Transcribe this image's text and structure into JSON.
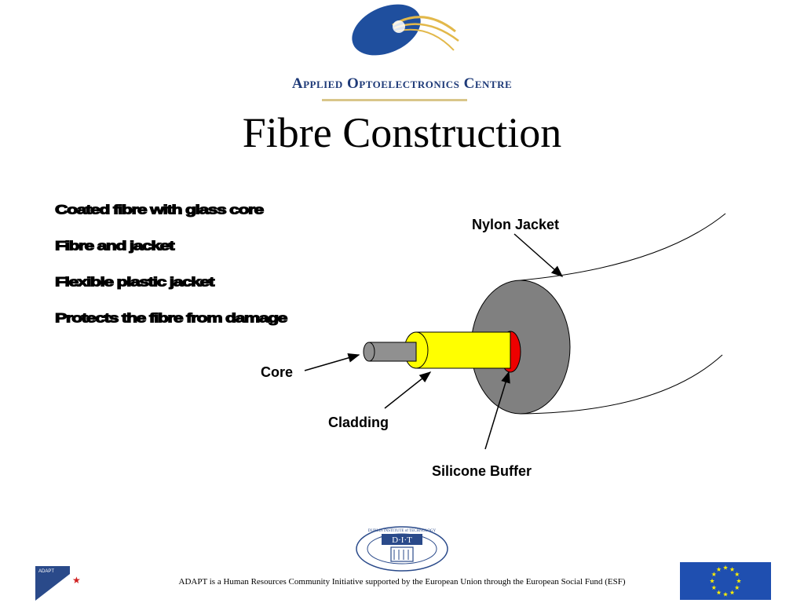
{
  "header": {
    "org_name": "Applied Optoelectronics Centre",
    "title": "Fibre Construction"
  },
  "bullets": [
    "Coated fibre with glass core",
    "Fibre and jacket",
    "Flexible plastic jacket",
    "Protects the fibre from damage"
  ],
  "diagram": {
    "labels": {
      "nylon_jacket": "Nylon Jacket",
      "core": "Core",
      "cladding": "Cladding",
      "silicone_buffer": "Silicone Buffer"
    },
    "colors": {
      "jacket": "#808080",
      "cladding": "#ffff00",
      "buffer": "#ee0000",
      "core": "#909090"
    }
  },
  "footer": {
    "adapt_logo_text": "ADAPT",
    "text": "ADAPT is a Human Resources Community Initiative supported by the European Union through the European Social Fund (ESF)",
    "dit_logo_text": "D·I·T",
    "dit_ring_text": "DUBLIN INSTITUTE of TECHNOLOGY"
  }
}
